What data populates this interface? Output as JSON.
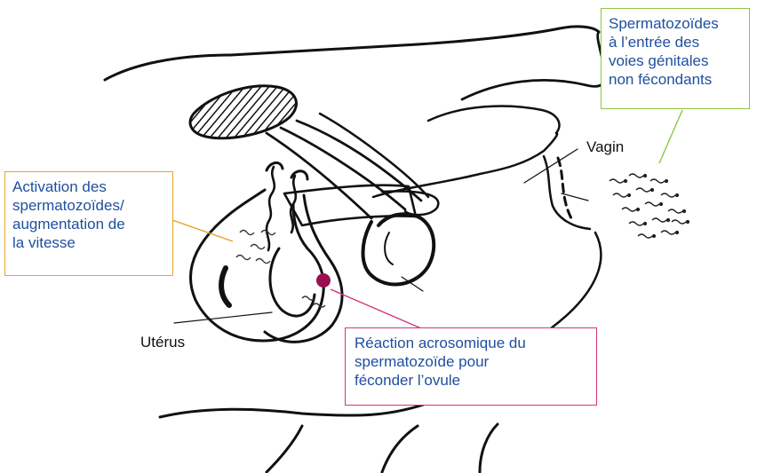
{
  "labels": {
    "vagin": "Vagin",
    "uterus": "Utérus"
  },
  "callouts": {
    "activation": [
      "Activation des",
      "spermatozoïdes/",
      "augmentation de",
      "la vitesse"
    ],
    "non_fecondants": [
      "Spermatozoïdes",
      "à l’entrée des",
      "voies génitales",
      "non fécondants"
    ],
    "acrosomique": [
      "Réaction acrosomique du",
      "spermatozoïde pour",
      "féconder l’ovule"
    ]
  },
  "colors": {
    "activation_border": "#e3a526",
    "non_fecondants_border": "#8cc63f",
    "acrosomique_border": "#d6337c",
    "ovule": "#9b0f4f",
    "callout_text": "#1f4fa0"
  }
}
